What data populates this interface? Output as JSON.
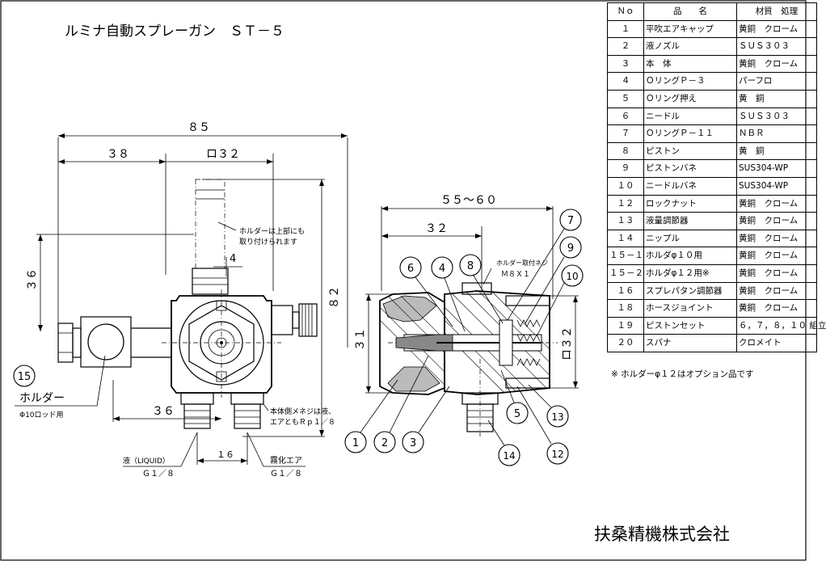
{
  "title": "ルミナ自動スプレーガン　ＳＴ－５",
  "company": "扶桑精機株式会社",
  "dimensions": {
    "d85": "８５",
    "d38": "３８",
    "d32sq": "ロ３２",
    "d36v": "３６",
    "d82": "８２",
    "d36h": "３６",
    "d4": "4",
    "d16": "１６",
    "d55_60": "５５～６０",
    "d32": "３２",
    "d31": "３１",
    "d32sq_right": "ロ３２"
  },
  "notes": {
    "holder_top_1": "ホルダーは上部にも",
    "holder_top_2": "取り付けられます",
    "holder_label": "ホルダー",
    "holder_rod": "Φ10ロッド用",
    "body_thread_1": "本体側メネジは液、",
    "body_thread_2": "エアともＲｐ１／８",
    "liquid_1": "液（LIQUID）",
    "liquid_2": "Ｇ１／８",
    "air_1": "霧化エア",
    "air_2": "Ｇ１／８",
    "holder_screw_1": "ホルダー取付ネジ",
    "holder_screw_2": "Ｍ８Ｘ１"
  },
  "balloons": {
    "b15": "15",
    "b1": "1",
    "b2": "2",
    "b3": "3",
    "b4": "4",
    "b5": "5",
    "b6": "6",
    "b7": "7",
    "b8": "8",
    "b9": "9",
    "b10": "10",
    "b12": "12",
    "b13": "13",
    "b14": "14"
  },
  "parts_table": {
    "headers": [
      "Ｎｏ",
      "品　　名",
      "材質　処理"
    ],
    "rows": [
      [
        "１",
        "平吹エアキャップ",
        "黄銅　クローム"
      ],
      [
        "２",
        "液ノズル",
        "ＳＵＳ３０３"
      ],
      [
        "３",
        "本　体",
        "黄銅　クローム"
      ],
      [
        "４",
        "ＯリングＰ－３",
        "パーフロ"
      ],
      [
        "５",
        "Ｏリング押え",
        "黄　銅"
      ],
      [
        "６",
        "ニードル",
        "ＳＵＳ３０３"
      ],
      [
        "７",
        "ＯリングＰ－１１",
        "ＮＢＲ"
      ],
      [
        "８",
        "ピストン",
        "黄　銅"
      ],
      [
        "９",
        "ピストンバネ",
        "SUS304-WP"
      ],
      [
        "１０",
        "ニードルバネ",
        "SUS304-WP"
      ],
      [
        "１２",
        "ロックナット",
        "黄銅　クローム"
      ],
      [
        "１３",
        "液量調節器",
        "黄銅　クローム"
      ],
      [
        "１４",
        "ニップル",
        "黄銅　クローム"
      ],
      [
        "１５－１",
        "ホルダφ１０用",
        "黄銅　クローム"
      ],
      [
        "１５－２",
        "ホルダφ１２用※",
        "黄銅　クローム"
      ],
      [
        "１６",
        "スプレパタン調節器",
        "黄銅　クローム"
      ],
      [
        "１８",
        "ホースジョイント",
        "黄銅　クローム"
      ],
      [
        "１９",
        "ピストンセット",
        "６，７，８，１０ 組立"
      ],
      [
        "２０",
        "スパナ",
        "クロメイト"
      ]
    ],
    "footnote": "※ ホルダーφ１２はオプション品です"
  },
  "colors": {
    "line": "#000000",
    "paper": "#ffffff"
  }
}
